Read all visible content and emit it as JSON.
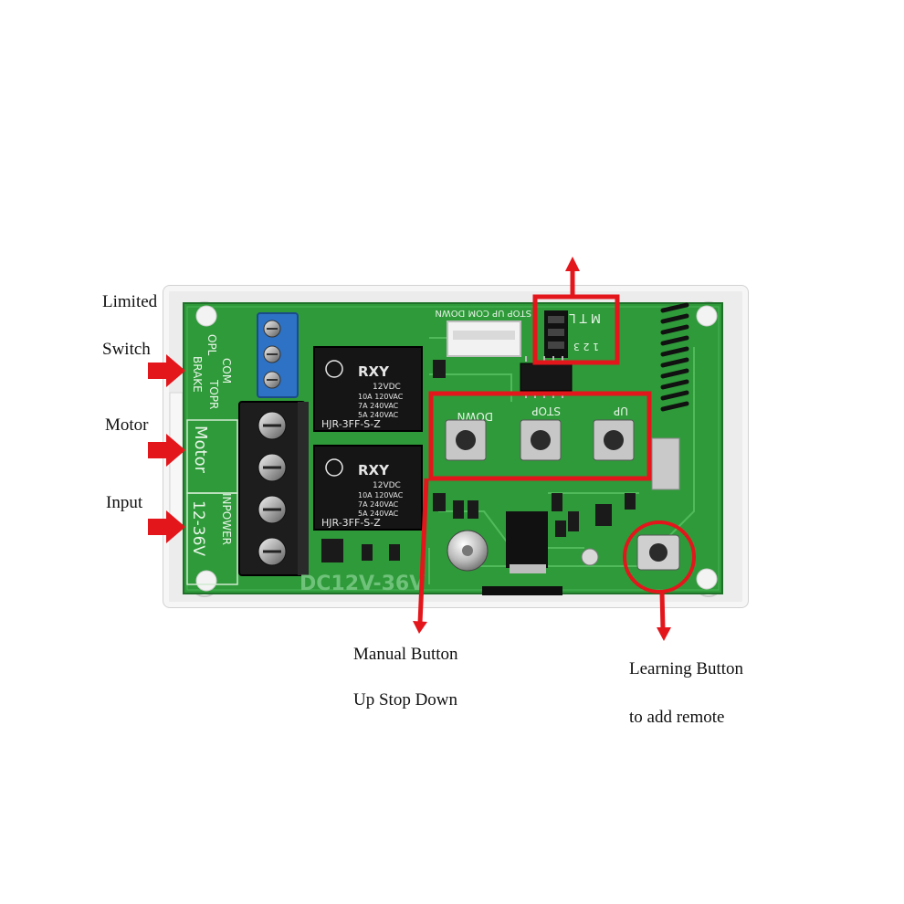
{
  "labels": {
    "limited": "Limited",
    "switch": "Switch",
    "motor": "Motor",
    "input": "Input",
    "manual_line1": "Manual Button",
    "manual_line2": "Up Stop Down",
    "learning_line1": "Learning Button",
    "learning_line2": "to add remote"
  },
  "board": {
    "brake": "BRAKE",
    "opl": "OPL",
    "com": "COM",
    "topr": "TOPR",
    "motor_silk": "Motor",
    "inpower": "INPOWER",
    "voltage_range": "12-36V",
    "dc_range": "DC12V-36V",
    "connector_header": "STOP UP COM DOWN",
    "jumper_letters": "M T L",
    "jumper_numbers": "1 2 3",
    "btn_down": "DOWN",
    "btn_stop": "STOP",
    "btn_up": "UP",
    "relay_brand": "RXY",
    "relay_vdc": "12VDC",
    "relay_r1": "10A 120VAC",
    "relay_r2": "7A  240VAC",
    "relay_r3": "5A  240VAC",
    "relay_model": "HJR-3FF-S-Z"
  },
  "colors": {
    "annotation_red": "#e3161c",
    "pcb_green": "#2f9a3a",
    "terminal_blue": "#2d72c4"
  }
}
